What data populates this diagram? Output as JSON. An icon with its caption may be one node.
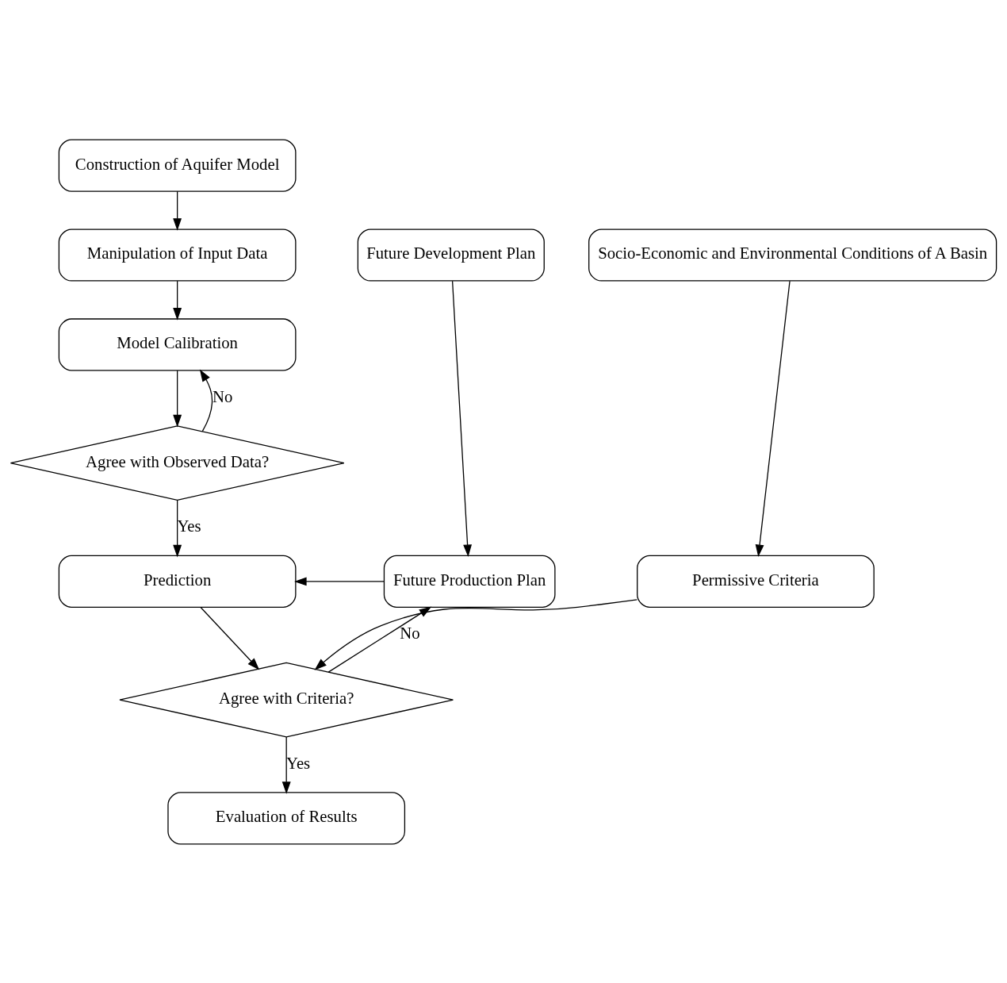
{
  "diagram": {
    "nodes": [
      {
        "text": [
          "Construction of Aquifer Model"
        ]
      },
      {
        "text": [
          "Manipulation of Input Data"
        ]
      },
      {
        "text": [
          "Socio-Economic and Environmental Conditions of A Basin"
        ]
      },
      {
        "text": [
          "Future Development Plan"
        ]
      },
      {
        "text": [
          "Model Calibration"
        ]
      },
      {
        "text": [
          "Agree with Observed Data?"
        ]
      },
      {
        "text": [
          "Permissive Criteria"
        ]
      },
      {
        "text": [
          "Prediction"
        ]
      },
      {
        "text": [
          "Future Production Plan"
        ]
      },
      {
        "text": [
          "Agree with Criteria?"
        ]
      },
      {
        "text": [
          "Evaluation of Results"
        ]
      }
    ],
    "edges": [
      {
        "from": 0,
        "to": 1,
        "arrow": "to"
      },
      {
        "from": 1,
        "to": 4,
        "arrow": "to"
      },
      {
        "from": 4,
        "to": 5,
        "arrow": "to"
      },
      {
        "from": 5,
        "to": 4,
        "arrow": "to",
        "label": "No"
      },
      {
        "from": 5,
        "to": 7,
        "arrow": "to",
        "label": "Yes"
      },
      {
        "from": 2,
        "to": 6,
        "arrow": "to"
      },
      {
        "from": 3,
        "to": 8,
        "arrow": "to"
      },
      {
        "from": 8,
        "to": 7,
        "arrow": "to"
      },
      {
        "from": 6,
        "to": 9,
        "arrow": "to"
      },
      {
        "from": 7,
        "to": 9,
        "arrow": "to"
      },
      {
        "from": 9,
        "to": 8,
        "arrow": "to",
        "label": "No"
      },
      {
        "from": 9,
        "to": 10,
        "arrow": "to",
        "label": "Yes"
      }
    ]
  }
}
